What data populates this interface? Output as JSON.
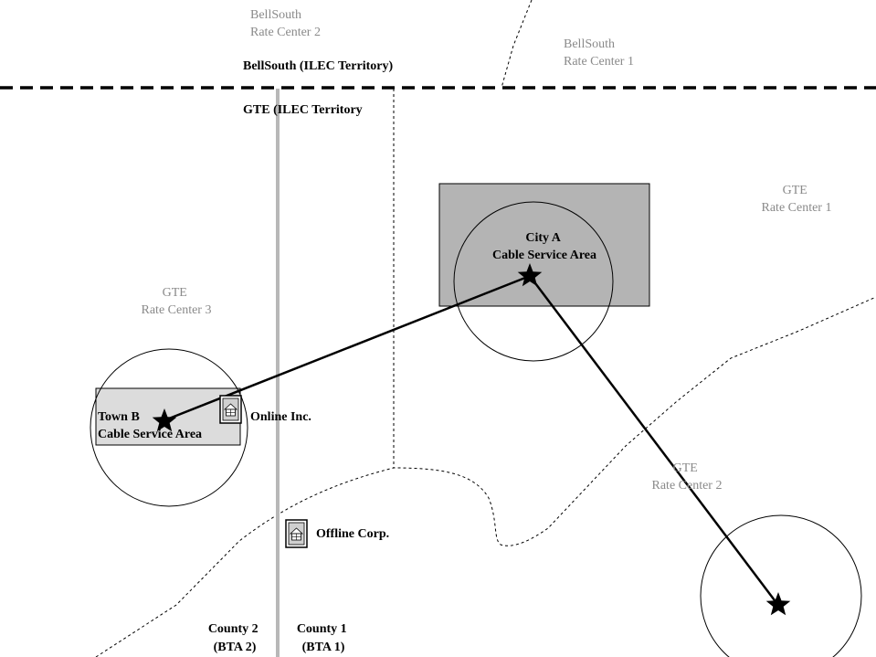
{
  "territories": {
    "bellsouth_label": "BellSouth (ILEC Territory)",
    "gte_label": "GTE (ILEC Territory"
  },
  "rate_centers": {
    "bellsouth_rc2": [
      "BellSouth",
      "Rate Center 2"
    ],
    "bellsouth_rc1": [
      "BellSouth",
      "Rate Center 1"
    ],
    "gte_rc1": [
      "GTE",
      "Rate Center 1"
    ],
    "gte_rc3": [
      "GTE",
      "Rate Center 3"
    ],
    "gte_rc2": [
      "GTE",
      "Rate Center 2"
    ]
  },
  "areas": {
    "city_a": [
      "City A",
      "Cable Service Area"
    ],
    "town_b": [
      "Town B",
      "Cable Service Area"
    ]
  },
  "businesses": {
    "online": "Online Inc.",
    "offline": "Offline Corp."
  },
  "counties": {
    "county2": [
      "County 2",
      "(BTA 2)"
    ],
    "county1": [
      "County 1",
      "(BTA 1)"
    ]
  },
  "colors": {
    "cable_area_city": "#b4b4b4",
    "cable_area_town": "#dcdcdc",
    "county_line": "#b8b8b8",
    "rate_center_text": "#8a8a8a"
  },
  "icons": {
    "star": "star-icon",
    "building": "building-icon"
  }
}
